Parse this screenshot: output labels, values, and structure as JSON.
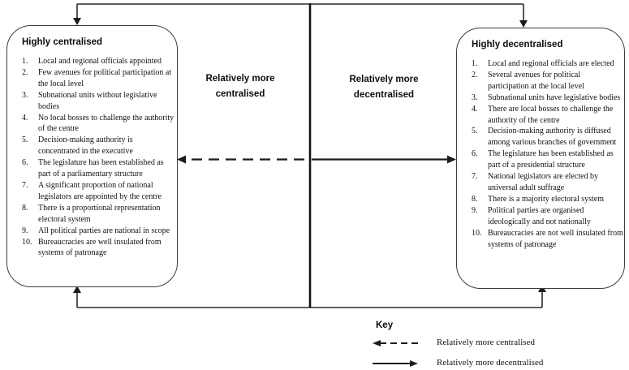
{
  "diagram": {
    "left_box": {
      "title": "Highly centralised",
      "items": [
        "Local and regional officials appointed",
        "Few avenues for political participation at the local level",
        "Subnational units without legislative bodies",
        "No local bosses to challenge the authority of the centre",
        "Decision-making authority is concentrated in the executive",
        "The legislature has been established as part of a parliamentary structure",
        "A significant proportion of national legislators are appointed by the centre",
        "There is a proportional representation electoral system",
        "All political parties are national in scope",
        "Bureaucracies are well insulated from systems of patronage"
      ]
    },
    "right_box": {
      "title": "Highly decentralised",
      "items": [
        "Local and regional officials are elected",
        "Several avenues for political participation at the local level",
        "Subnational units have legislative bodies",
        "There are local bosses to challenge the authority of the centre",
        "Decision-making authority is diffused among various branches of government",
        "The legislature has been established as part of a presidential structure",
        "National legislators are elected by universal adult suffrage",
        "There is a majority electoral system",
        "Political parties are organised ideologically and not nationally",
        "Bureaucracies are not well insulated from systems of patronage"
      ]
    },
    "axis_labels": {
      "left": "Relatively more centralised",
      "right": "Relatively more decentralised"
    },
    "key": {
      "title": "Key",
      "entries": [
        {
          "symbol": "dashed-left-arrow",
          "label": "Relatively more centralised"
        },
        {
          "symbol": "solid-right-arrow",
          "label": "Relatively more decentralised"
        }
      ]
    },
    "colors": {
      "line": "#1c1c1c",
      "box_border": "#3c3c3c",
      "text": "#101010",
      "background": "#ffffff"
    }
  }
}
